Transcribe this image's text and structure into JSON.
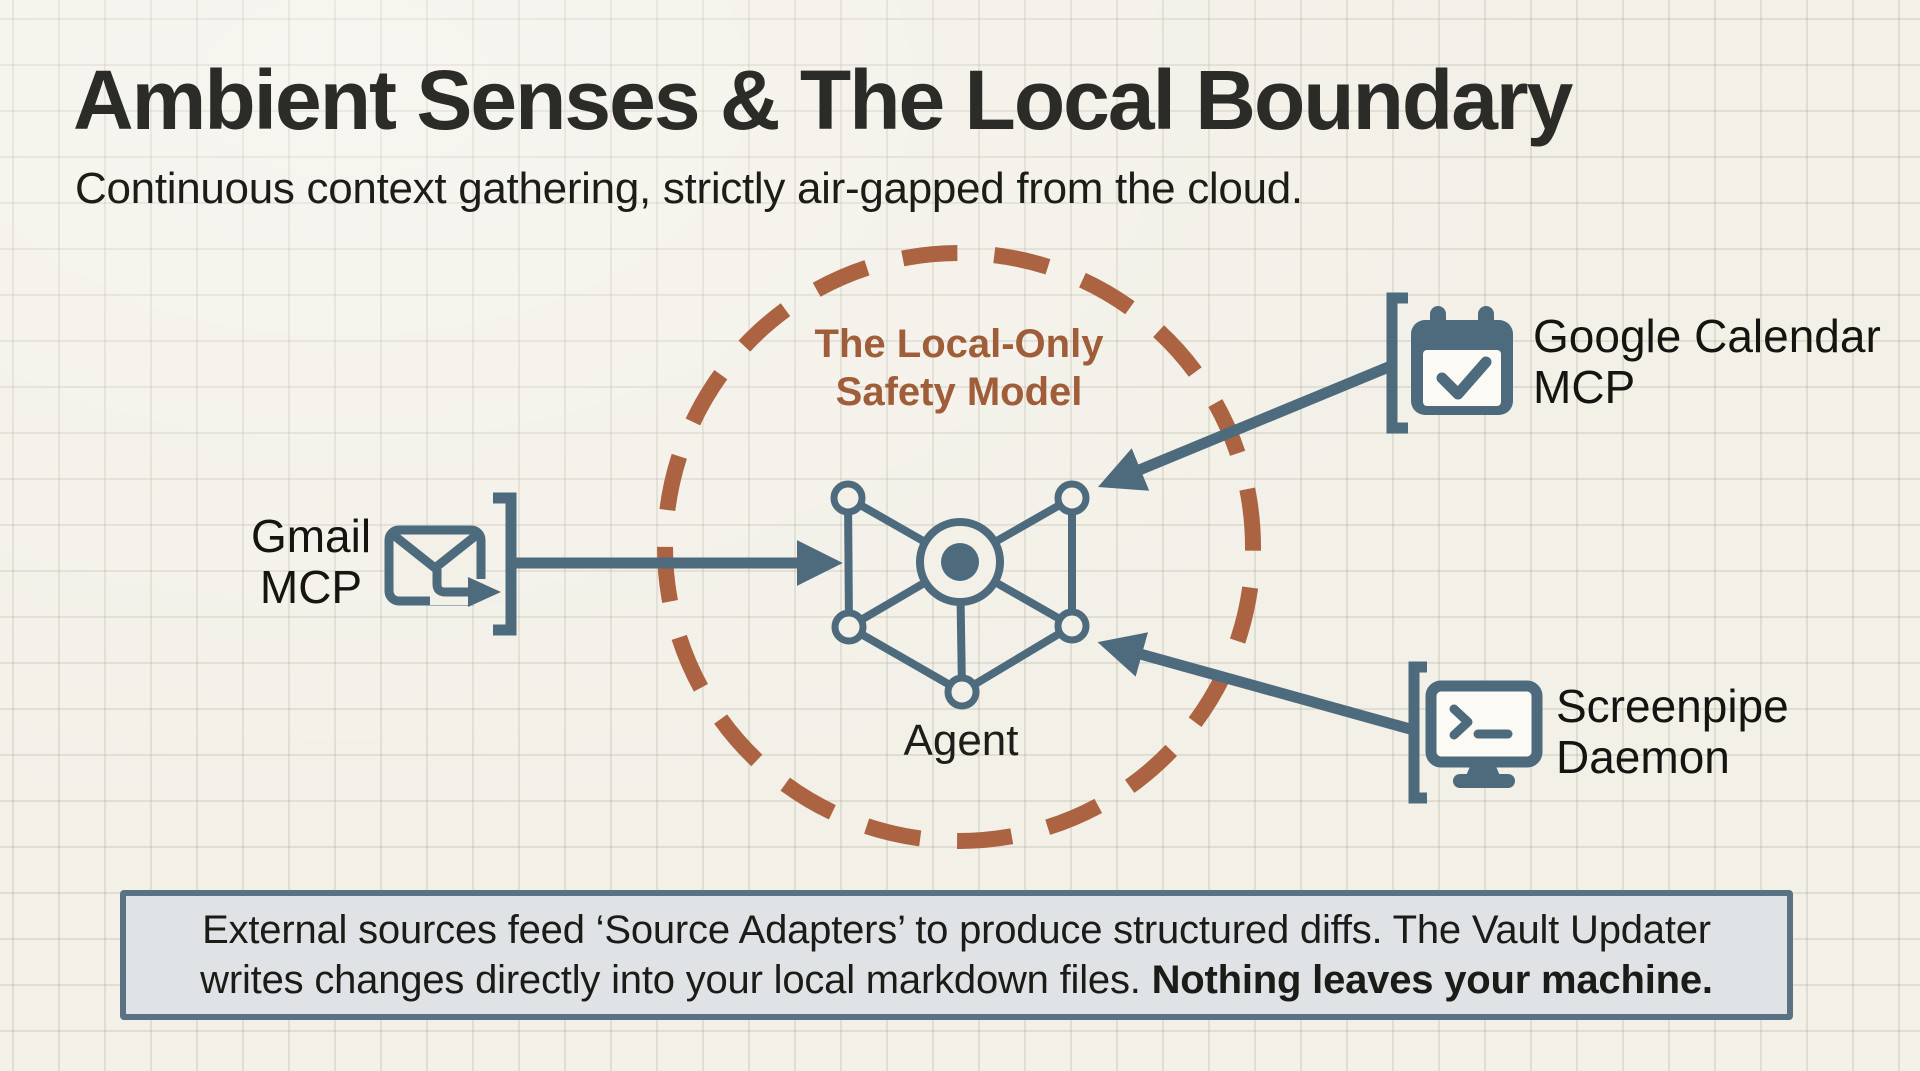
{
  "slide": {
    "title": "Ambient Senses & The Local Boundary",
    "subtitle": "Continuous context gathering, strictly air-gapped from the cloud."
  },
  "boundary": {
    "label_line1": "The Local-Only",
    "label_line2": "Safety Model",
    "shape": "dashed-circle"
  },
  "agent": {
    "label": "Agent",
    "icon": "network-nodes-icon"
  },
  "sources": [
    {
      "id": "gmail",
      "label_line1": "Gmail",
      "label_line2": "MCP",
      "icon": "envelope-send-icon",
      "arrow": "into-boundary"
    },
    {
      "id": "calendar",
      "label_line1": "Google Calendar",
      "label_line2": "MCP",
      "icon": "calendar-check-icon",
      "arrow": "into-boundary"
    },
    {
      "id": "screenpipe",
      "label_line1": "Screenpipe",
      "label_line2": "Daemon",
      "icon": "terminal-monitor-icon",
      "arrow": "into-boundary"
    }
  ],
  "footer": {
    "line1": "External sources feed ‘Source Adapters’ to produce structured diffs. The Vault Updater",
    "line2_regular": "writes changes directly into your local markdown files. ",
    "line2_bold": "Nothing leaves your machine."
  },
  "colors": {
    "background": "#f2f0e7",
    "grid_line": "#dcd9cb",
    "slate": "#4e6b7e",
    "rust": "#ab6342",
    "text": "#22221e",
    "footer_bg": "#dfe3e6",
    "footer_border": "#5b7284"
  }
}
